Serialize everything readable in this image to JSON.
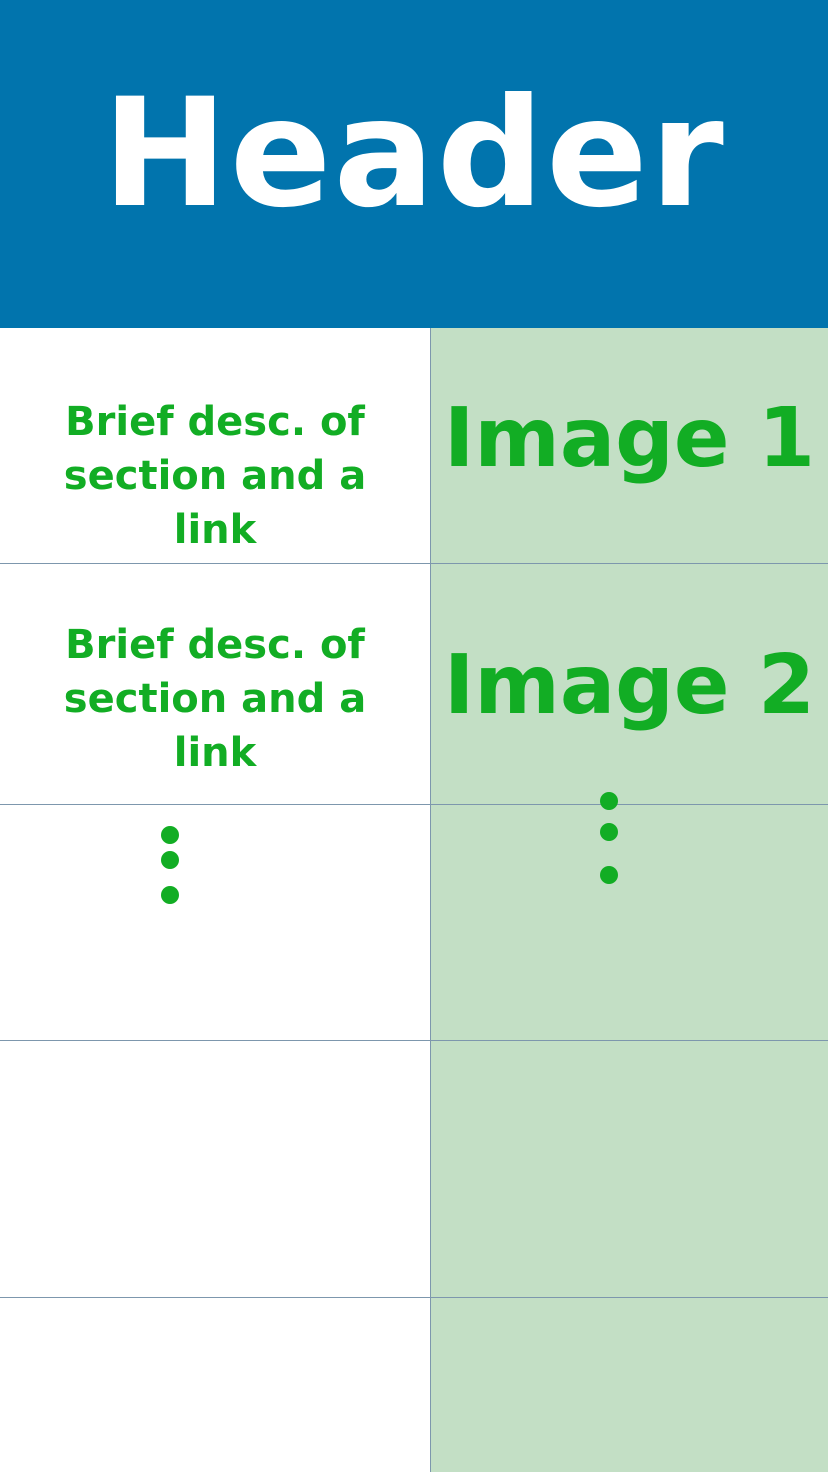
{
  "header": {
    "title": "Header",
    "background": "#0174ad",
    "text_color": "#ffffff"
  },
  "rows": [
    {
      "description": "Brief desc. of section and a link",
      "image_label": "Image 1"
    },
    {
      "description": "Brief desc. of section and a link",
      "image_label": "Image 2"
    }
  ],
  "colors": {
    "accent_green": "#12ad24",
    "image_column_background": "#c3dfc5",
    "grid_line": "#7d97ad"
  },
  "continuation_icon": "vertical-ellipsis-icon"
}
